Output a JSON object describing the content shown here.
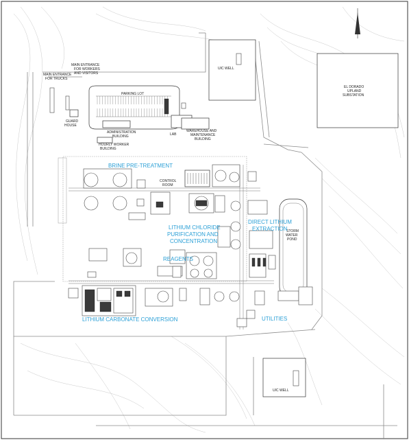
{
  "labels": {
    "main_entrance_trucks": [
      "MAIN ENTRANCE",
      "FOR TRUCKS"
    ],
    "main_entrance_workers": [
      "MAIN ENTRANCE",
      "FOR WORKERS",
      "AND VISITORS"
    ],
    "guard_house": [
      "GUARD",
      "HOUSE"
    ],
    "parking_lot": "PARKING LOT",
    "administration_building": [
      "ADMINISTRATION",
      "BUILDING"
    ],
    "hourly_worker_building": [
      "HOURLY WORKER",
      "BUILDING"
    ],
    "lab": "LAB",
    "warehouse": [
      "WAREHOUSE AND",
      "MAINTENANCE",
      "BUILDING"
    ],
    "uic_well_north": "UIC WELL",
    "uic_well_south": "UIC WELL",
    "substation": [
      "EL DORADO",
      "UPLAND",
      "SUBSTATION"
    ],
    "control_room": [
      "CONTROL",
      "ROOM"
    ],
    "storm_water_pond": [
      "STORM",
      "WATER",
      "POND"
    ]
  },
  "areas": {
    "brine_pretreatment": "BRINE PRE-TREATMENT",
    "lithium_chloride": [
      "LITHIUM CHLORIDE",
      "PURIFICATION AND",
      "CONCENTRATION"
    ],
    "direct_lithium": [
      "DIRECT LITHIUM",
      "EXTRACTION"
    ],
    "reagents": "REAGENTS",
    "lithium_carbonate": "LITHIUM CARBONATE CONVERSION",
    "utilities": "UTILITIES"
  },
  "colors": {
    "area_label": "#2a9fd6",
    "linework": "#333333",
    "contour": "#c9c9c9"
  }
}
